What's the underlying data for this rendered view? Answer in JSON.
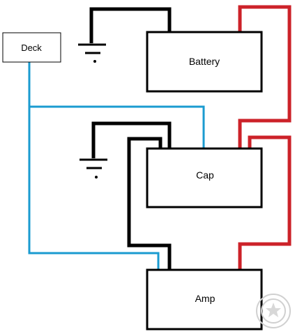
{
  "labels": {
    "deck": "Deck",
    "battery": "Battery",
    "cap": "Cap",
    "amp": "Amp"
  },
  "colors": {
    "ground_wire": "#000000",
    "power_wire": "#cc2229",
    "remote_wire": "#1a9bd0",
    "watermark": "#d0d0d0"
  },
  "icons": {
    "ground": "ground-symbol-icon",
    "watermark": "watermark-seal-icon"
  }
}
